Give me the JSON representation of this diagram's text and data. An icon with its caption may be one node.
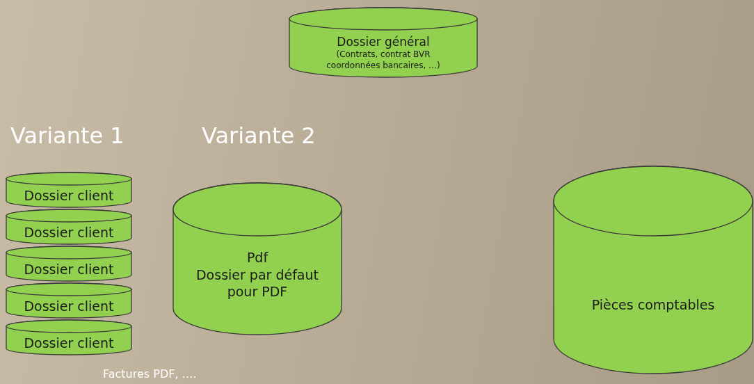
{
  "diagram": {
    "nodes": [
      {
        "text": [
          "Dossier général",
          "(Contrats, contrat BVR coordonnées bancaires, …)"
        ]
      },
      {
        "text": [
          "Dossier client"
        ]
      },
      {
        "text": [
          "Dossier client"
        ]
      },
      {
        "text": [
          "Dossier client"
        ]
      },
      {
        "text": [
          "Dossier client"
        ]
      },
      {
        "text": [
          "Dossier client"
        ]
      },
      {
        "text": [
          "Pdf",
          "Dossier par défaut pour PDF"
        ]
      },
      {
        "text": [
          "Pièces comptables"
        ]
      }
    ],
    "edges": [],
    "labels": [
      "Variante 1",
      "Variante 2",
      "Factures PDF, …."
    ]
  }
}
